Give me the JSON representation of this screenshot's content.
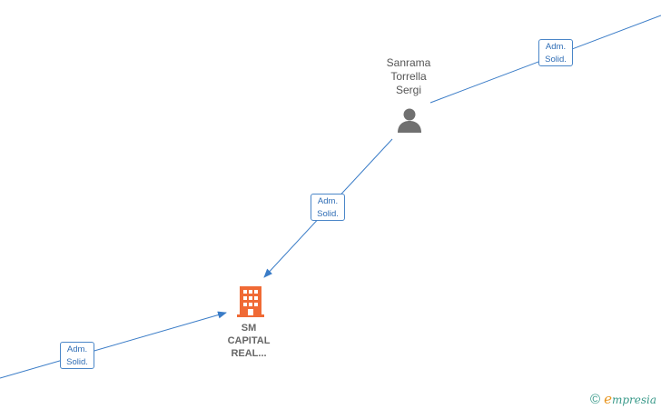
{
  "nodes": {
    "person": {
      "name_lines": [
        "Sanrama",
        "Torrella",
        "Sergi"
      ],
      "icon": "person-icon",
      "color": "#707070"
    },
    "company": {
      "name_lines": [
        "SM",
        "CAPITAL",
        "REAL..."
      ],
      "icon": "building-icon",
      "color": "#f06a35"
    }
  },
  "edges": [
    {
      "label_lines": [
        "Adm.",
        "Solid."
      ]
    },
    {
      "label_lines": [
        "Adm.",
        "Solid."
      ]
    },
    {
      "label_lines": [
        "Adm.",
        "Solid."
      ]
    }
  ],
  "colors": {
    "edge": "#3a7cc7",
    "brand": "#3a9a8a",
    "brand_accent": "#e8951e"
  },
  "watermark": {
    "symbol": "©",
    "initial": "e",
    "rest": "mpresia"
  }
}
